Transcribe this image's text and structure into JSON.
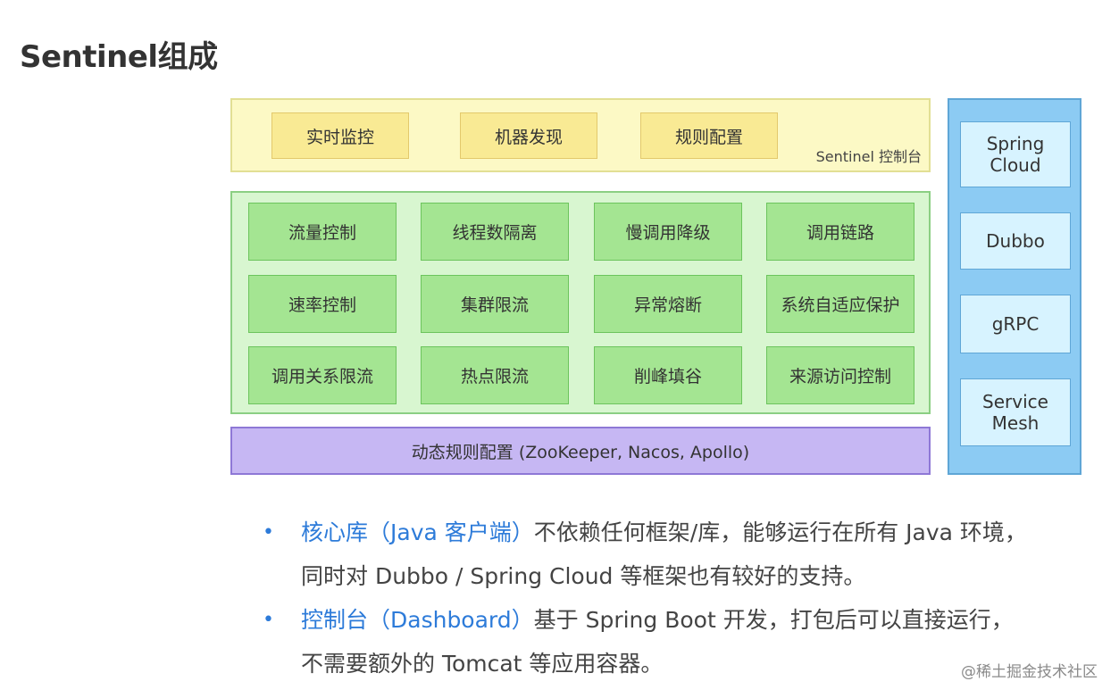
{
  "title": "Sentinel组成",
  "console": {
    "items": [
      "实时监控",
      "机器发现",
      "规则配置"
    ],
    "label": "Sentinel 控制台"
  },
  "core": {
    "rows": [
      [
        "流量控制",
        "线程数隔离",
        "慢调用降级",
        "调用链路"
      ],
      [
        "速率控制",
        "集群限流",
        "异常熔断",
        "系统自适应保护"
      ],
      [
        "调用关系限流",
        "热点限流",
        "削峰填谷",
        "来源访问控制"
      ]
    ]
  },
  "dynamic": {
    "label": "动态规则配置 (ZooKeeper, Nacos, Apollo)"
  },
  "adapters": {
    "items": [
      "Spring\nCloud",
      "Dubbo",
      "gRPC",
      "Service\nMesh"
    ]
  },
  "bullets": [
    {
      "highlight": "核心库（Java 客户端）",
      "line1": "不依赖任何框架/库，能够运行在所有 Java 环境，",
      "line2": "同时对 Dubbo / Spring Cloud 等框架也有较好的支持。"
    },
    {
      "highlight": "控制台（Dashboard）",
      "line1": "基于 Spring Boot 开发，打包后可以直接运行，",
      "line2": "不需要额外的 Tomcat 等应用容器。"
    }
  ],
  "watermark": "@稀土掘金技术社区"
}
